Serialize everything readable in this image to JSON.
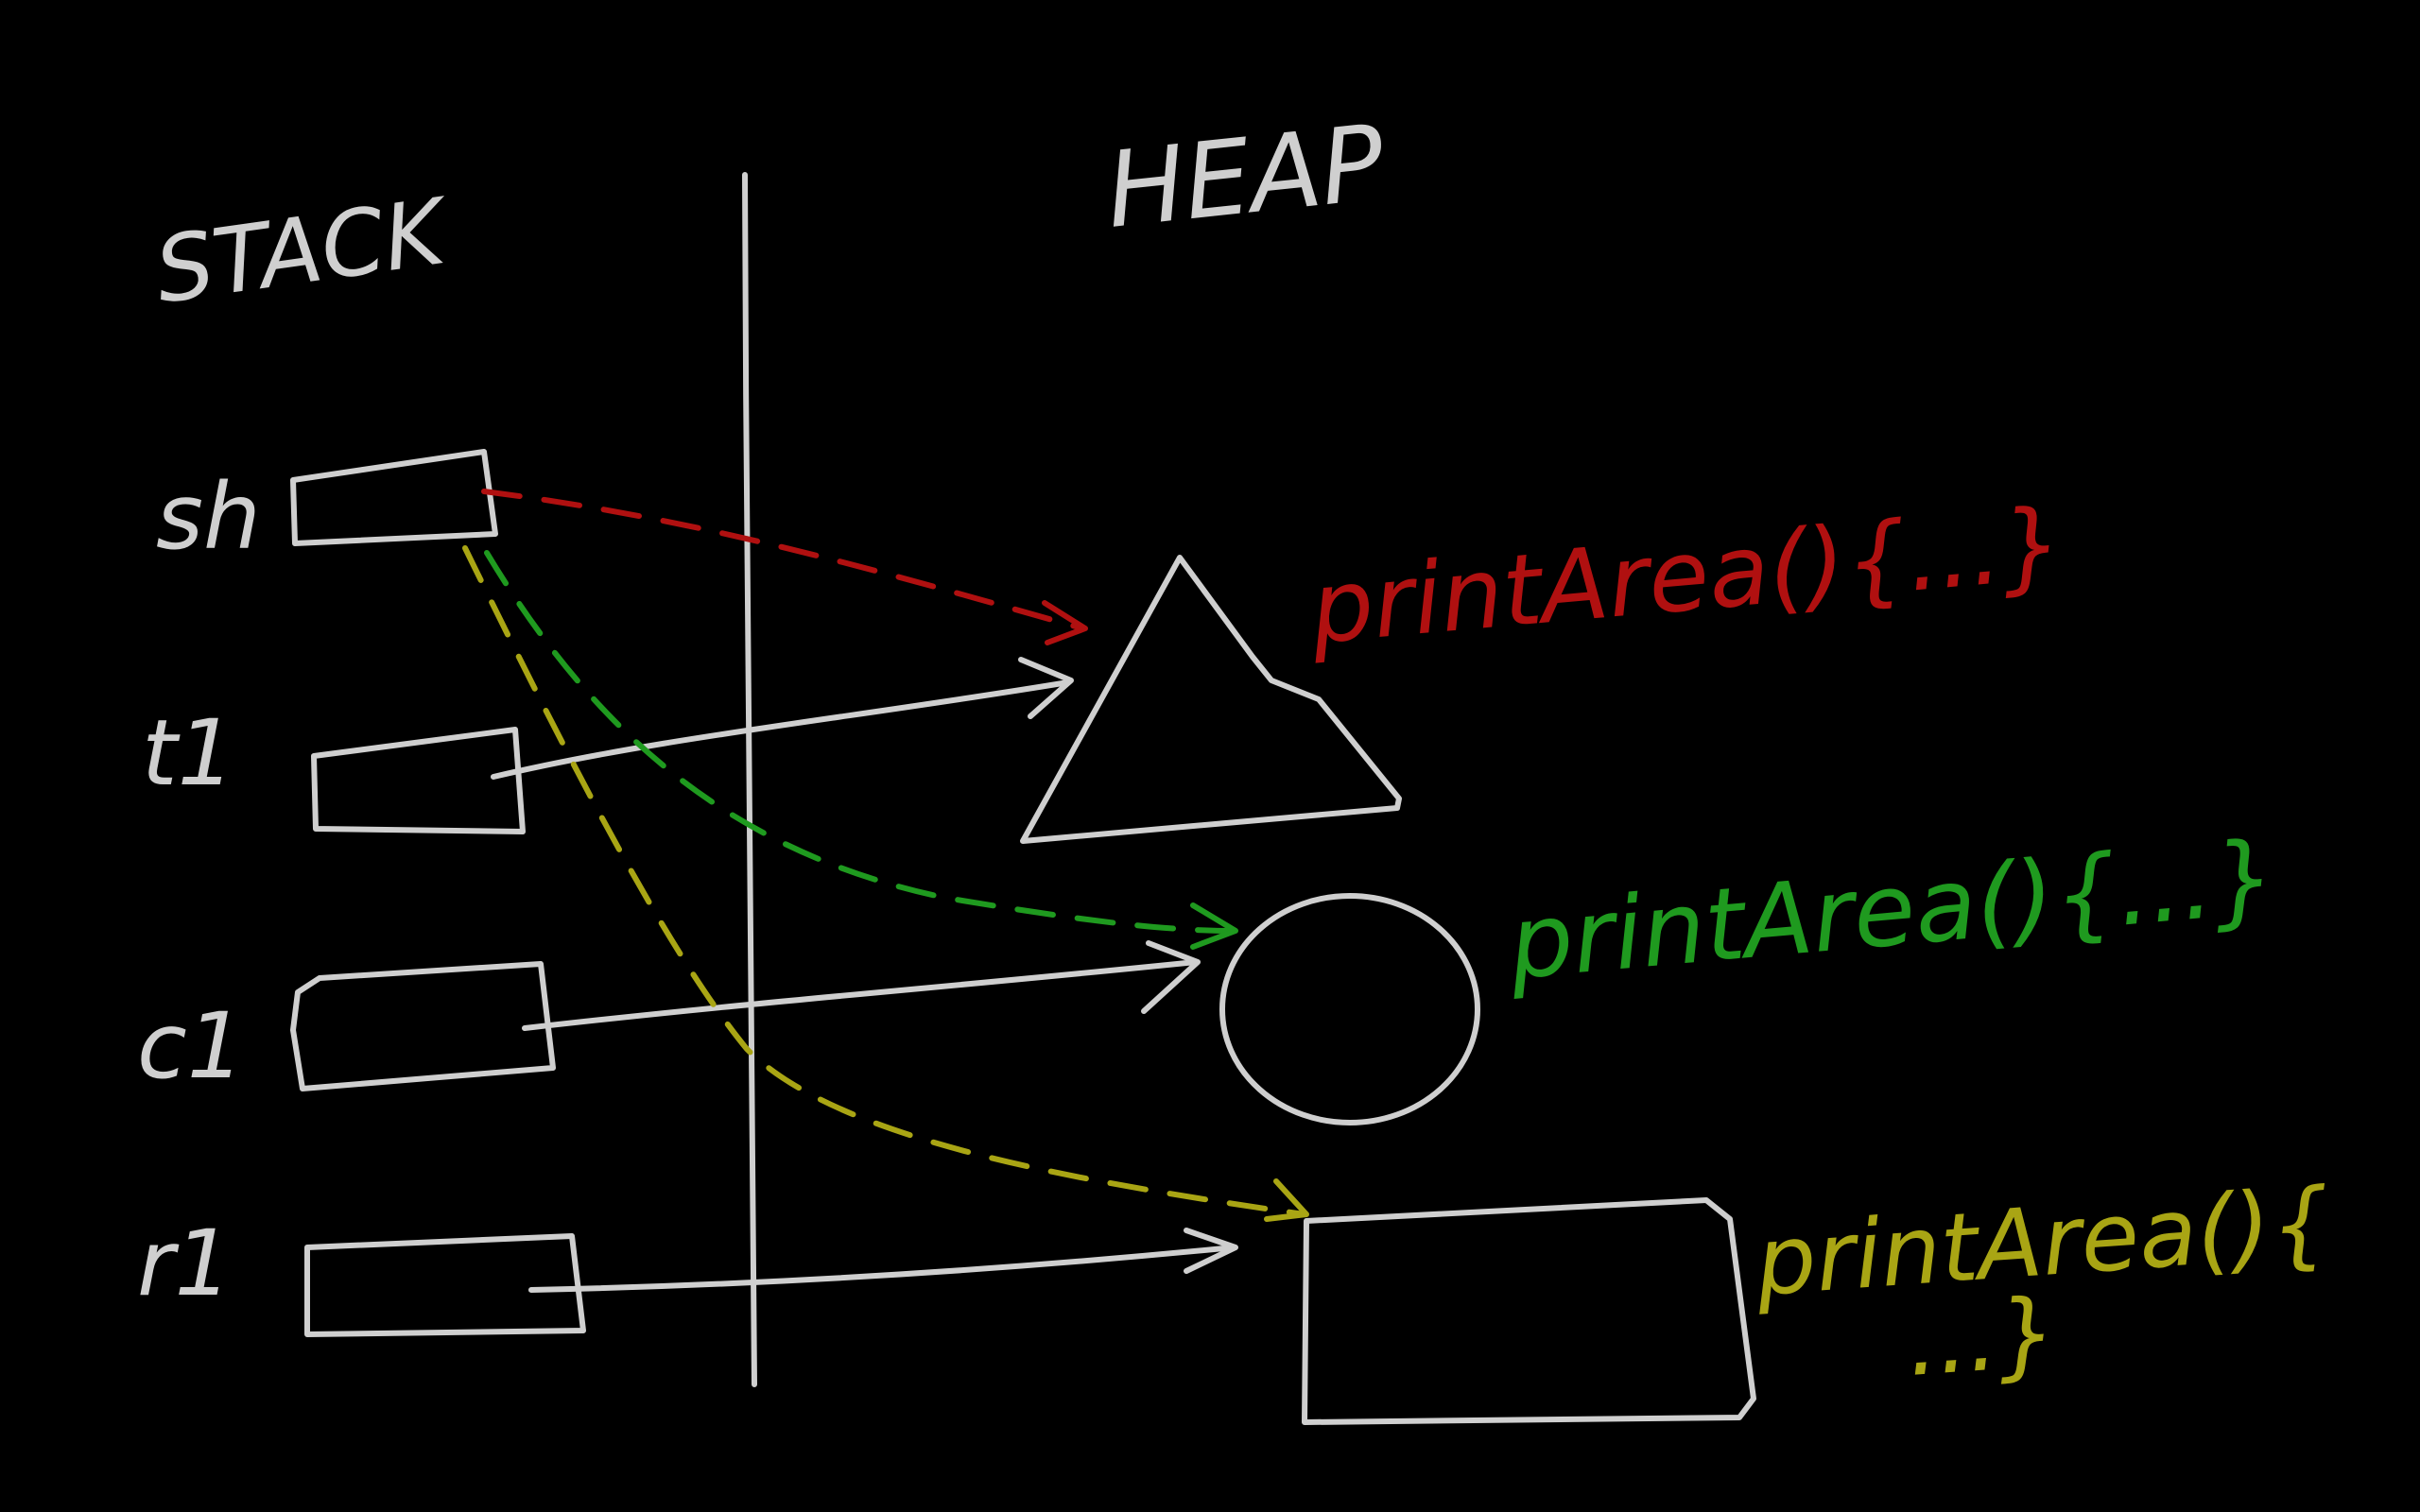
{
  "headings": {
    "stack": "STACK",
    "heap": "HEAP"
  },
  "variables": [
    {
      "id": "sh",
      "label": "sh"
    },
    {
      "id": "t1",
      "label": "t1"
    },
    {
      "id": "c1",
      "label": "c1"
    },
    {
      "id": "r1",
      "label": "r1"
    }
  ],
  "heap_objects": [
    {
      "id": "triangle",
      "shape": "triangle",
      "method_label": "printArea(){...}",
      "method_color": "#b01010"
    },
    {
      "id": "circle",
      "shape": "circle",
      "method_label": "printArea(){...}",
      "method_color": "#1f9a1f"
    },
    {
      "id": "rectangle",
      "shape": "rectangle",
      "method_label_line1": "printArea(){",
      "method_label_line2": "...}",
      "method_color": "#a9a514"
    }
  ],
  "colors": {
    "background": "#000000",
    "chalk": "#cfcfcf",
    "red": "#b01010",
    "green": "#1f9a1f",
    "yellow": "#a9a514"
  },
  "references": [
    {
      "from": "t1",
      "to": "triangle",
      "style": "solid"
    },
    {
      "from": "c1",
      "to": "circle",
      "style": "solid"
    },
    {
      "from": "r1",
      "to": "rectangle",
      "style": "solid"
    },
    {
      "from": "sh",
      "to": "triangle",
      "style": "dashed",
      "color": "red"
    },
    {
      "from": "sh",
      "to": "circle",
      "style": "dashed",
      "color": "green"
    },
    {
      "from": "sh",
      "to": "rectangle",
      "style": "dashed",
      "color": "yellow"
    }
  ]
}
